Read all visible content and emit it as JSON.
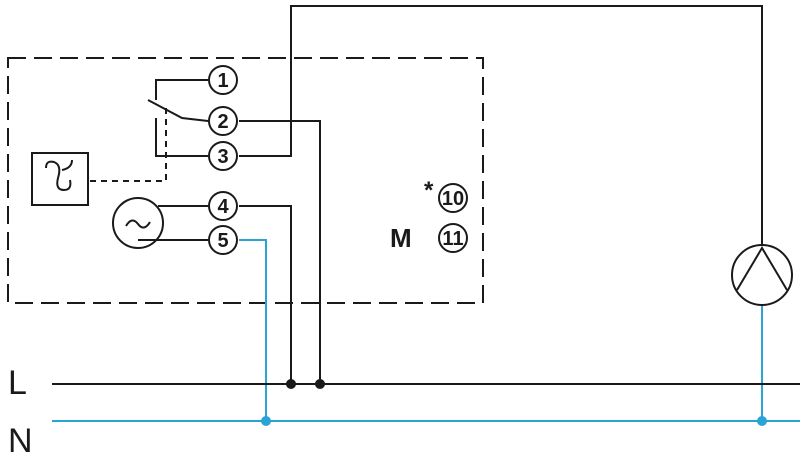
{
  "bus": {
    "line_label": "L",
    "neutral_label": "N"
  },
  "terminals": [
    "1",
    "2",
    "3",
    "4",
    "5"
  ],
  "extra_terminals": {
    "asterisk": "*",
    "t10": "10",
    "t11": "11",
    "motor_label": "M"
  },
  "symbols": {
    "sensor": "thermostat-sensor-icon",
    "clock": "clock-motor-icon",
    "load": "pump-icon"
  },
  "colors": {
    "line": "#1a1a1a",
    "neutral": "#2aa3d6"
  }
}
